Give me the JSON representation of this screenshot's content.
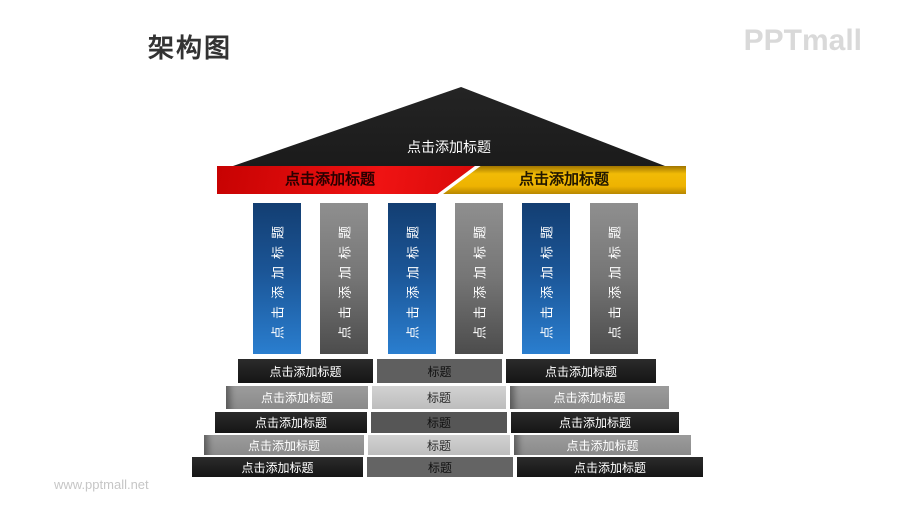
{
  "page": {
    "title": "架构图",
    "logo": "PPTmall",
    "watermark": "www.pptmall.net"
  },
  "colors": {
    "roof_black": "#1e1e1e",
    "beam_red": "#d60000",
    "beam_gold": "#efb402",
    "column_blue_top": "#133e72",
    "column_blue_bottom": "#2a7ecf",
    "column_gray_top": "#8f8f8f",
    "column_gray_bottom": "#4c4c4c",
    "stair_dark": "#1d1d1d",
    "stair_gray": "#949494",
    "stair_mid_dark": "#5c5c5c",
    "stair_mid_light": "#c8c8c8"
  },
  "diagram": {
    "roof": {
      "label": "点击添加标题"
    },
    "beam": {
      "left_label": "点击添加标题",
      "right_label": "点击添加标题"
    },
    "columns": [
      {
        "label": "点击添加标题",
        "color": "blue"
      },
      {
        "label": "点击添加标题",
        "color": "gray"
      },
      {
        "label": "点击添加标题",
        "color": "blue"
      },
      {
        "label": "点击添加标题",
        "color": "gray"
      },
      {
        "label": "点击添加标题",
        "color": "blue"
      },
      {
        "label": "点击添加标题",
        "color": "gray"
      }
    ],
    "stairs": {
      "rows": [
        {
          "left": "点击添加标题",
          "middle": "标题",
          "right": "点击添加标题",
          "tone": "dark"
        },
        {
          "left": "点击添加标题",
          "middle": "标题",
          "right": "点击添加标题",
          "tone": "gray"
        },
        {
          "left": "点击添加标题",
          "middle": "标题",
          "right": "点击添加标题",
          "tone": "dark"
        },
        {
          "left": "点击添加标题",
          "middle": "标题",
          "right": "点击添加标题",
          "tone": "gray"
        },
        {
          "left": "点击添加标题",
          "middle": "标题",
          "right": "点击添加标题",
          "tone": "dark"
        }
      ]
    }
  }
}
